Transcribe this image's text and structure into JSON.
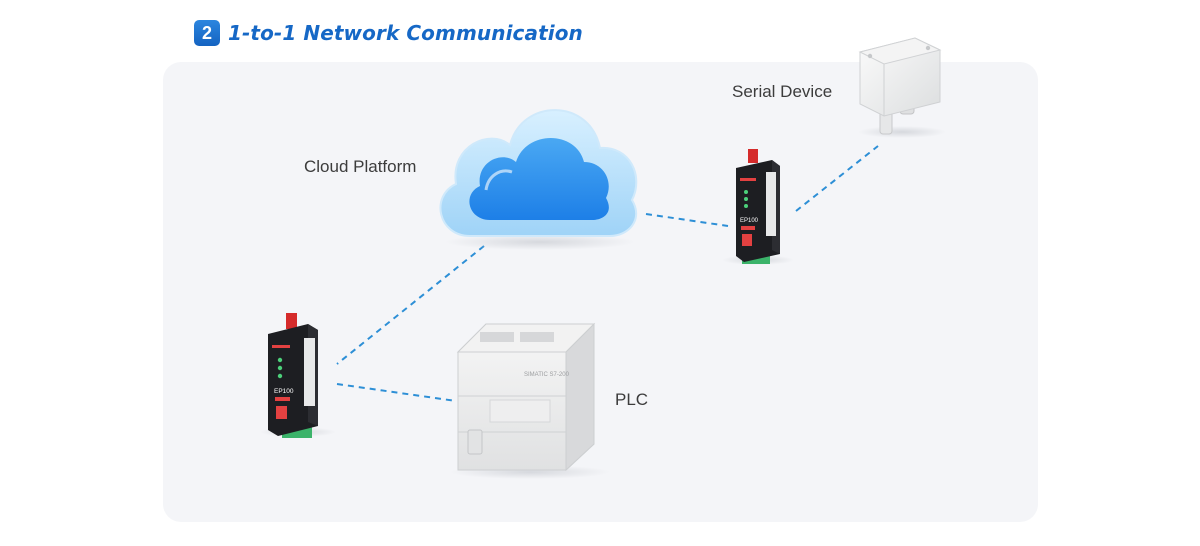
{
  "header": {
    "step_number": "2",
    "title": "1-to-1 Network Communication"
  },
  "nodes": {
    "cloud": {
      "label": "Cloud Platform"
    },
    "serial_device": {
      "label": "Serial Device"
    },
    "plc": {
      "label": "PLC",
      "front_text": "SIMATIC S7-200"
    },
    "gateway": {
      "model": "EP100"
    }
  },
  "colors": {
    "accent": "#1668c6",
    "link": "#2d8fd6",
    "panel": "#f4f5f8"
  }
}
